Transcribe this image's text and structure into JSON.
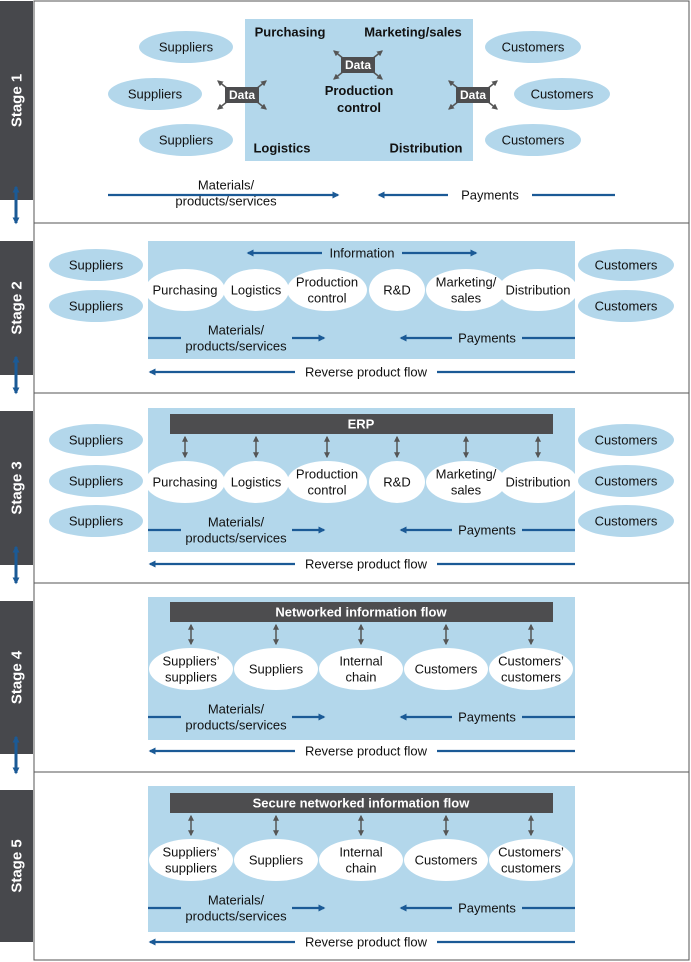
{
  "colors": {
    "panel_border": "#555555",
    "stage_bar": "#47484c",
    "light_blue": "#b3d7eb",
    "oval": "#b3d7eb",
    "dark_bar": "#4d4d4f",
    "arrow_blue": "#1b5a96",
    "arrow_grey": "#555555"
  },
  "stages": [
    {
      "label": "Stage 1",
      "suppliers": [
        "Suppliers",
        "Suppliers",
        "Suppliers"
      ],
      "customers": [
        "Customers",
        "Customers",
        "Customers"
      ],
      "data_badges": [
        "Data",
        "Data",
        "Data"
      ],
      "corners": [
        "Purchasing",
        "Marketing/sales",
        "Logistics",
        "Distribution"
      ],
      "center": [
        "Production",
        "control"
      ],
      "materials": [
        "Materials/",
        "products/services"
      ],
      "payments": "Payments"
    },
    {
      "label": "Stage 2",
      "suppliers": [
        "Suppliers",
        "Suppliers"
      ],
      "customers": [
        "Customers",
        "Customers"
      ],
      "information": "Information",
      "chain": [
        [
          "Purchasing"
        ],
        [
          "Logistics"
        ],
        [
          "Production",
          "control"
        ],
        [
          "R&D"
        ],
        [
          "Marketing/",
          "sales"
        ],
        [
          "Distribution"
        ]
      ],
      "materials": [
        "Materials/",
        "products/services"
      ],
      "payments": "Payments",
      "reverse": "Reverse product flow"
    },
    {
      "label": "Stage 3",
      "suppliers": [
        "Suppliers",
        "Suppliers",
        "Suppliers"
      ],
      "customers": [
        "Customers",
        "Customers",
        "Customers"
      ],
      "bar": "ERP",
      "chain": [
        [
          "Purchasing"
        ],
        [
          "Logistics"
        ],
        [
          "Production",
          "control"
        ],
        [
          "R&D"
        ],
        [
          "Marketing/",
          "sales"
        ],
        [
          "Distribution"
        ]
      ],
      "materials": [
        "Materials/",
        "products/services"
      ],
      "payments": "Payments",
      "reverse": "Reverse product flow"
    },
    {
      "label": "Stage 4",
      "bar": "Networked information flow",
      "chain": [
        [
          "Suppliers’",
          "suppliers"
        ],
        [
          "Suppliers"
        ],
        [
          "Internal",
          "chain"
        ],
        [
          "Customers"
        ],
        [
          "Customers’",
          "customers"
        ]
      ],
      "materials": [
        "Materials/",
        "products/services"
      ],
      "payments": "Payments",
      "reverse": "Reverse product flow"
    },
    {
      "label": "Stage 5",
      "bar": "Secure networked information flow",
      "chain": [
        [
          "Suppliers’",
          "suppliers"
        ],
        [
          "Suppliers"
        ],
        [
          "Internal",
          "chain"
        ],
        [
          "Customers"
        ],
        [
          "Customers’",
          "customers"
        ]
      ],
      "materials": [
        "Materials/",
        "products/services"
      ],
      "payments": "Payments",
      "reverse": "Reverse product flow"
    }
  ]
}
